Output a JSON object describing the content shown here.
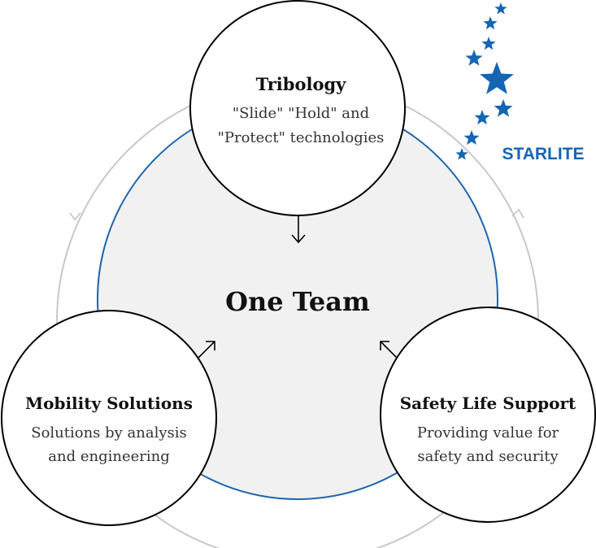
{
  "center": {
    "title": "One Team"
  },
  "nodes": [
    {
      "title": "Tribology",
      "lines": [
        "\"Slide\" \"Hold\" and",
        "\"Protect\" technologies"
      ]
    },
    {
      "title": "Mobility Solutions",
      "lines": [
        "Solutions by analysis",
        "and engineering"
      ]
    },
    {
      "title": "Safety  Life Support",
      "lines": [
        "Providing value for",
        "safety and security"
      ]
    }
  ],
  "brand": {
    "name": "STARLITE",
    "color": "#1565b4",
    "icon": "stars-logo"
  },
  "colors": {
    "center_fill": "#f1f1f1",
    "center_stroke": "#1e66ae",
    "outer_ring": "#c8c8c8",
    "node_stroke": "#000000"
  }
}
